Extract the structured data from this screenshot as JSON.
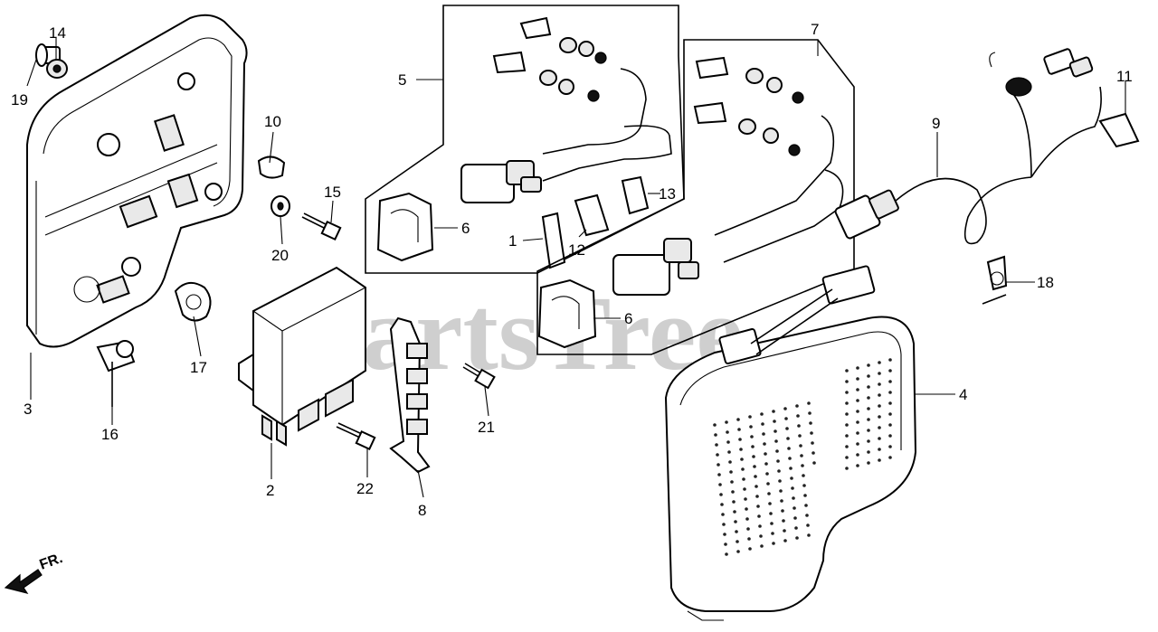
{
  "watermark": "PartsTree",
  "direction_label": "FR.",
  "callouts": [
    {
      "id": "c1",
      "text": "1"
    },
    {
      "id": "c2",
      "text": "2"
    },
    {
      "id": "c3",
      "text": "3"
    },
    {
      "id": "c4",
      "text": "4"
    },
    {
      "id": "c5",
      "text": "5"
    },
    {
      "id": "c6a",
      "text": "6"
    },
    {
      "id": "c6b",
      "text": "6"
    },
    {
      "id": "c7",
      "text": "7"
    },
    {
      "id": "c8",
      "text": "8"
    },
    {
      "id": "c9",
      "text": "9"
    },
    {
      "id": "c10",
      "text": "10"
    },
    {
      "id": "c11",
      "text": "11"
    },
    {
      "id": "c12",
      "text": "12"
    },
    {
      "id": "c13",
      "text": "13"
    },
    {
      "id": "c14",
      "text": "14"
    },
    {
      "id": "c15",
      "text": "15"
    },
    {
      "id": "c16",
      "text": "16"
    },
    {
      "id": "c17",
      "text": "17"
    },
    {
      "id": "c18",
      "text": "18"
    },
    {
      "id": "c19",
      "text": "19"
    },
    {
      "id": "c20",
      "text": "20"
    },
    {
      "id": "c21",
      "text": "21"
    },
    {
      "id": "c22",
      "text": "22"
    }
  ]
}
